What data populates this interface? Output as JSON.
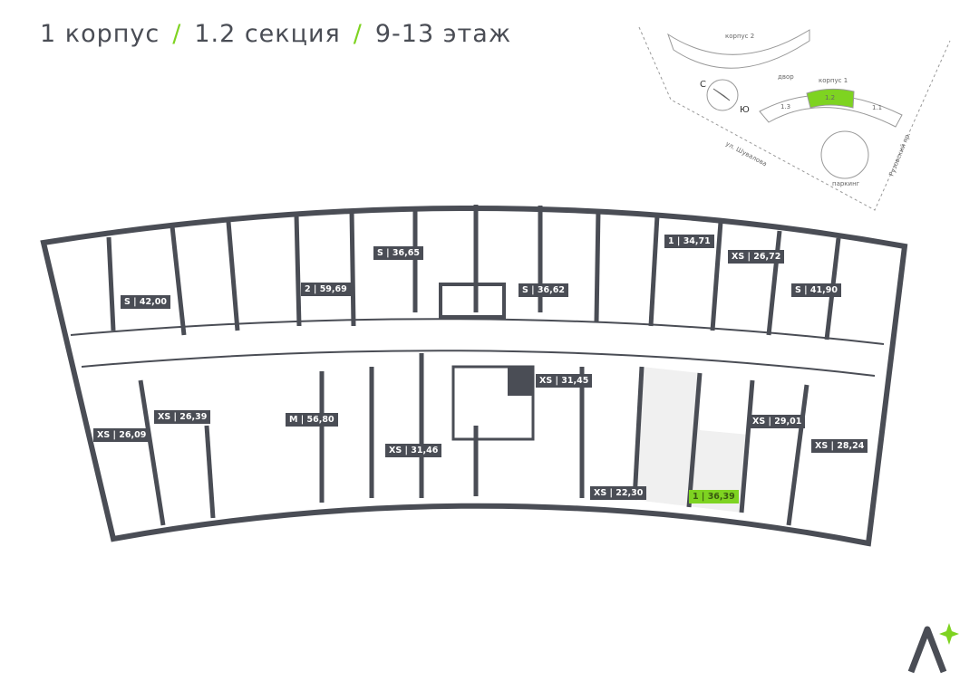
{
  "header": {
    "building": "1 корпус",
    "section": "1.2 секция",
    "floors": "9-13 этаж",
    "separator": "/"
  },
  "minimap": {
    "building2": "корпус 2",
    "building1": "корпус 1",
    "yard": "двор",
    "sections": [
      "1.3",
      "1.2",
      "1.1"
    ],
    "parking": "паркинг",
    "street1": "ул. Шувалова",
    "street2": "Рузовский пр.",
    "north": "С",
    "south": "Ю",
    "highlight_color": "#7ed321"
  },
  "apartments": [
    {
      "type": "S",
      "area": "42,00"
    },
    {
      "type": "2",
      "area": "59,69"
    },
    {
      "type": "S",
      "area": "36,65"
    },
    {
      "type": "S",
      "area": "36,62"
    },
    {
      "type": "1",
      "area": "34,71"
    },
    {
      "type": "XS",
      "area": "26,72"
    },
    {
      "type": "S",
      "area": "41,90"
    },
    {
      "type": "XS",
      "area": "26,09"
    },
    {
      "type": "XS",
      "area": "26,39"
    },
    {
      "type": "M",
      "area": "56,80"
    },
    {
      "type": "XS",
      "area": "31,46"
    },
    {
      "type": "XS",
      "area": "31,45"
    },
    {
      "type": "XS",
      "area": "22,30"
    },
    {
      "type": "1",
      "area": "36,39",
      "selected": true
    },
    {
      "type": "XS",
      "area": "29,01"
    },
    {
      "type": "XS",
      "area": "28,24"
    }
  ],
  "labels": [
    "S | 42,00",
    "2 | 59,69",
    "S | 36,65",
    "S | 36,62",
    "1 | 34,71",
    "XS | 26,72",
    "S | 41,90",
    "XS | 26,09",
    "XS | 26,39",
    "M | 56,80",
    "XS | 31,46",
    "XS | 31,45",
    "XS | 22,30",
    "1 | 36,39",
    "XS | 29,01",
    "XS | 28,24"
  ],
  "colors": {
    "wall": "#4a4d55",
    "accent": "#7ed321",
    "selected_fill": "#f0f0f0"
  }
}
